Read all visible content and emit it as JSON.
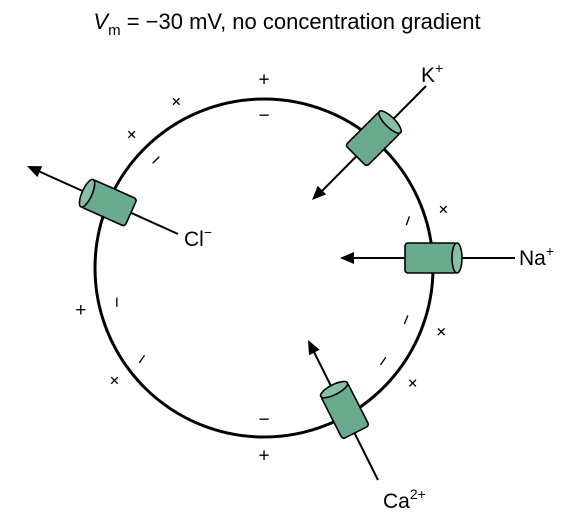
{
  "title": {
    "var": "V",
    "var_sub": "m",
    "rest": " = −30 mV, no concentration gradient"
  },
  "ions": {
    "k": {
      "base": "K",
      "charge": "+"
    },
    "na": {
      "base": "Na",
      "charge": "+"
    },
    "ca": {
      "base": "Ca",
      "charge": "2+"
    },
    "cl": {
      "base": "Cl",
      "charge": "−"
    }
  },
  "membrane_charges": {
    "outside": "+",
    "inside": "−"
  },
  "colors": {
    "channel": "#6aaa8f",
    "channel_end": "#86c0a5"
  }
}
